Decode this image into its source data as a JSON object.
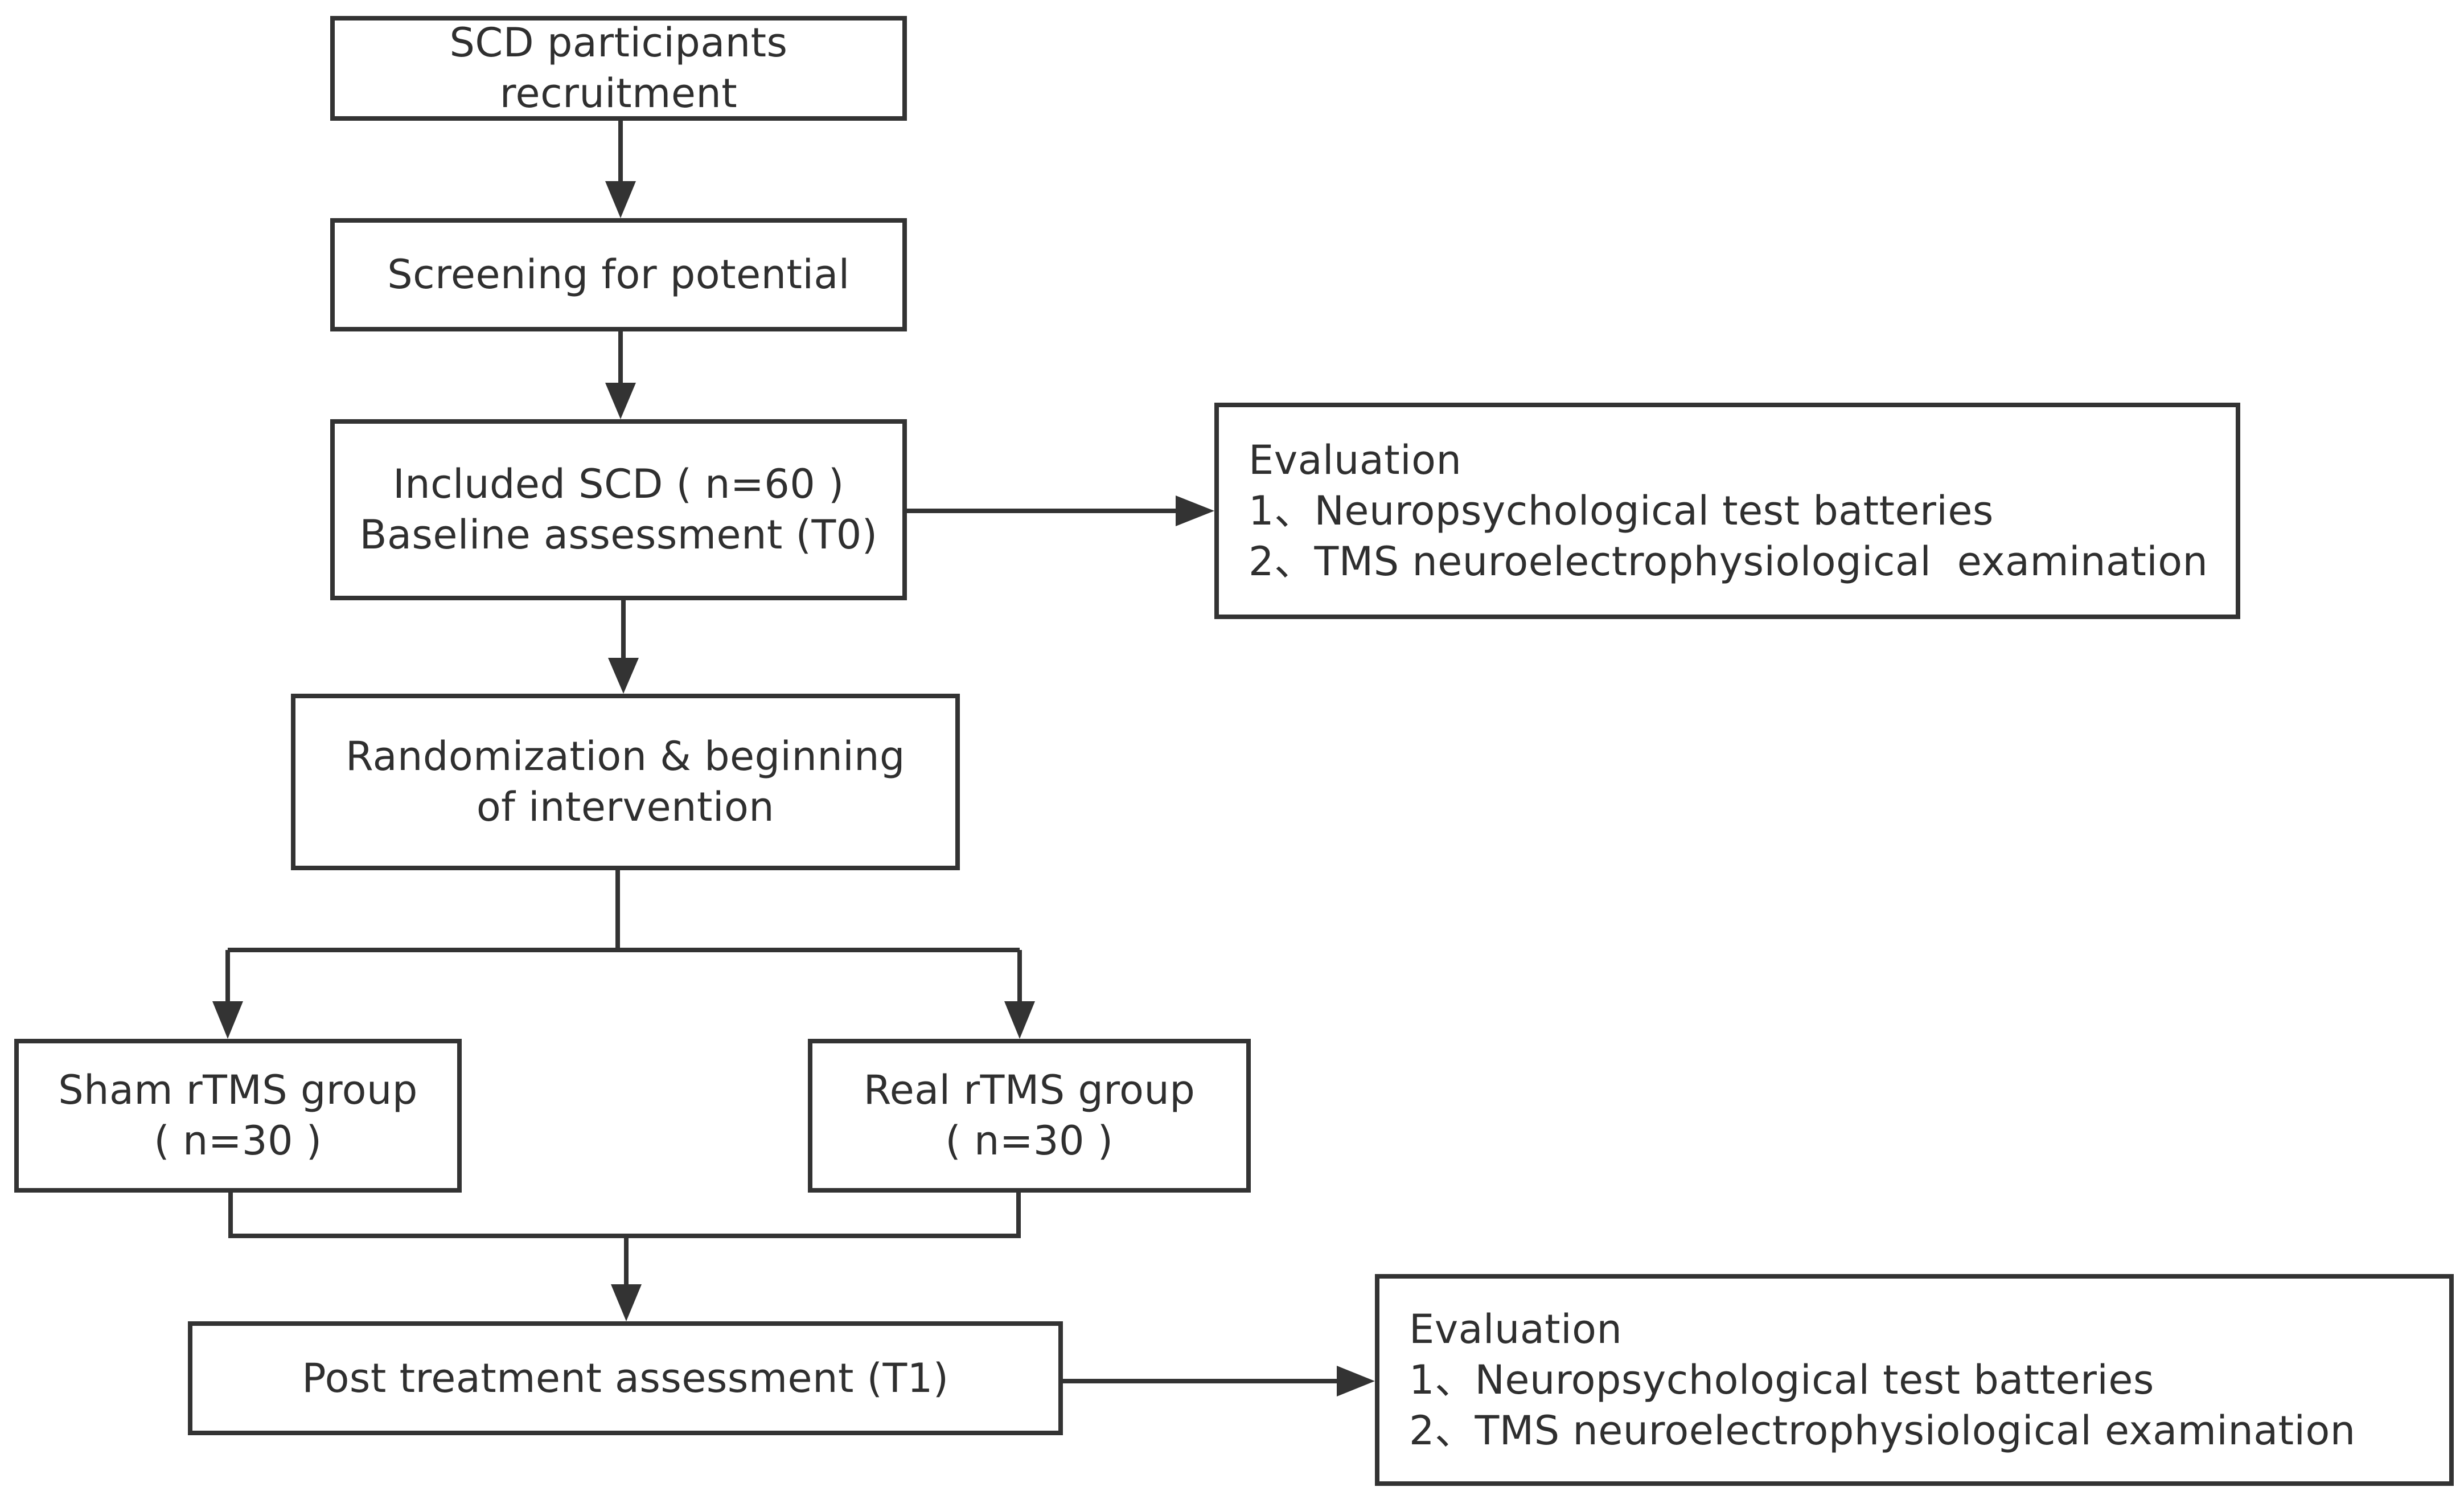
{
  "nodes": {
    "recruit": {
      "lines": [
        "SCD participants",
        "recruitment"
      ]
    },
    "screen": {
      "lines": [
        "Screening for potential"
      ]
    },
    "included": {
      "lines": [
        "Included SCD ( n=60 )",
        "Baseline assessment (T0)"
      ]
    },
    "eval1": {
      "lines": [
        "Evaluation",
        "1、Neuropsychological test batteries",
        "2、TMS neuroelectrophysiological  examination"
      ]
    },
    "random": {
      "lines": [
        "Randomization & beginning",
        "of intervention"
      ]
    },
    "sham": {
      "lines": [
        "Sham rTMS group",
        "( n=30 )"
      ]
    },
    "real": {
      "lines": [
        "Real rTMS group",
        "( n=30 )"
      ]
    },
    "post": {
      "lines": [
        "Post treatment assessment (T1)"
      ]
    },
    "eval2": {
      "lines": [
        "Evaluation",
        "1、Neuropsychological test batteries",
        "2、TMS neuroelectrophysiological examination"
      ]
    }
  },
  "colors": {
    "line": "#333333",
    "text": "#2f2f2f",
    "background": "#ffffff"
  }
}
